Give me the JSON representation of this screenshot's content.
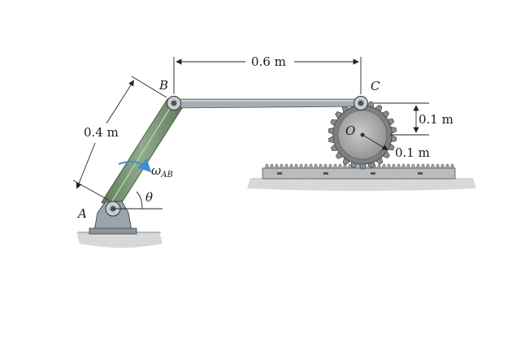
{
  "labels": {
    "point_a": "A",
    "point_b": "B",
    "point_c": "C",
    "point_o": "O",
    "omega": "ω",
    "omega_sub": "AB",
    "theta": "θ"
  },
  "dimensions": {
    "bc_length": "0.6 m",
    "ab_length": "0.4 m",
    "gear_offset_vertical": "0.1 m",
    "gear_radius": "0.1 m"
  },
  "colors": {
    "link_ab": "#7a9777",
    "link_bc": "#a7aeb3",
    "pin": "#c7ccd0",
    "support": "#9aa4ab",
    "gear": "#9c9ea0",
    "rack": "#b9bcbf",
    "ground": "#d2d2d2",
    "arrow": "#3a8fd0"
  }
}
